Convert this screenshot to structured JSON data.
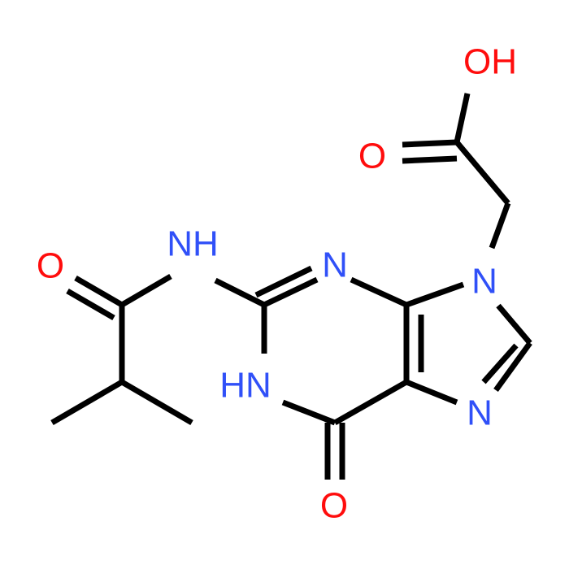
{
  "molecule": {
    "colors": {
      "bond": "#000000",
      "oxygen": "#ff0d0d",
      "nitrogen": "#3050f8"
    },
    "atom_labels": {
      "oh": "OH",
      "o_acid": "O",
      "n9": "N",
      "n3": "N",
      "nh_amide": "NH",
      "o_amide": "O",
      "hn1": "HN",
      "n7": "N",
      "o6": "O"
    }
  }
}
